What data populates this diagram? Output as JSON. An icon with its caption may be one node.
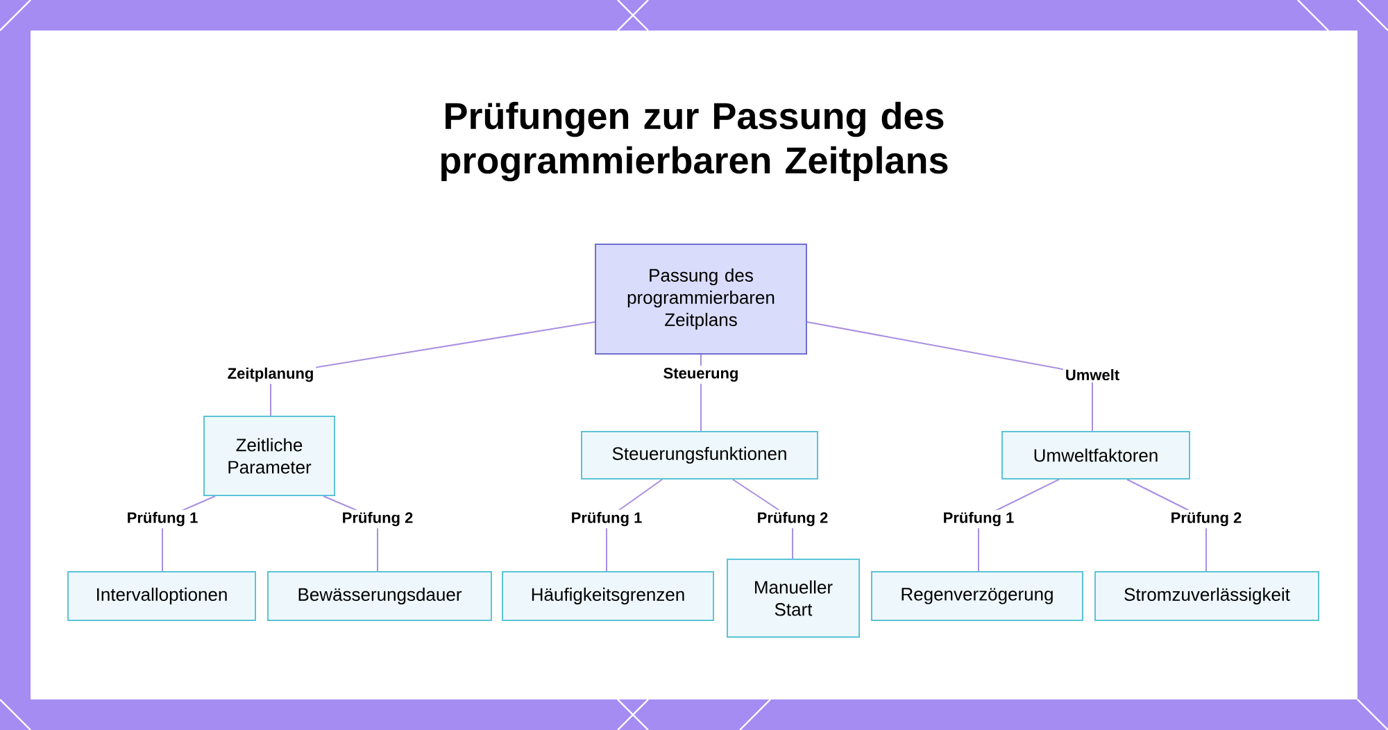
{
  "diagram": {
    "title": "Prüfungen zur Passung des programmierbaren Zeitplans",
    "nodes": [
      {
        "text": [
          "Passung des programmierbaren Zeitplans"
        ]
      },
      {
        "text": [
          "Zeitliche Parameter"
        ]
      },
      {
        "text": [
          "Steuerungsfunktionen"
        ]
      },
      {
        "text": [
          "Umweltfaktoren"
        ]
      },
      {
        "text": [
          "Intervalloptionen"
        ]
      },
      {
        "text": [
          "Bewässerungsdauer"
        ]
      },
      {
        "text": [
          "Häufigkeitsgrenzen"
        ]
      },
      {
        "text": [
          "Manueller Start"
        ]
      },
      {
        "text": [
          "Regenverzögerung"
        ]
      },
      {
        "text": [
          "Stromzuverlässigkeit"
        ]
      }
    ],
    "edges": [
      {
        "from": 0,
        "to": 1,
        "arrow": "none",
        "label": "Zeitplanung"
      },
      {
        "from": 0,
        "to": 2,
        "arrow": "none",
        "label": "Steuerung"
      },
      {
        "from": 0,
        "to": 3,
        "arrow": "none",
        "label": "Umwelt"
      },
      {
        "from": 1,
        "to": 4,
        "arrow": "none",
        "label": "Prüfung 1"
      },
      {
        "from": 1,
        "to": 5,
        "arrow": "none",
        "label": "Prüfung 2"
      },
      {
        "from": 2,
        "to": 6,
        "arrow": "none",
        "label": "Prüfung 1"
      },
      {
        "from": 2,
        "to": 7,
        "arrow": "none",
        "label": "Prüfung 2"
      },
      {
        "from": 3,
        "to": 8,
        "arrow": "none",
        "label": "Prüfung 1"
      },
      {
        "from": 3,
        "to": 9,
        "arrow": "none",
        "label": "Prüfung 2"
      }
    ]
  }
}
